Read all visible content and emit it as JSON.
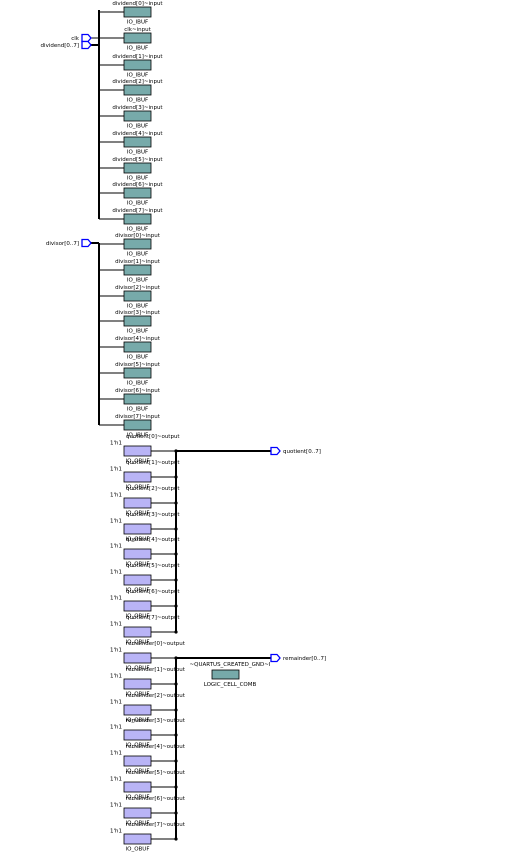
{
  "colors": {
    "ibuf_fill": "#77aaaa",
    "obuf_fill": "#b9b4f6",
    "gnd_fill": "#77aaaa",
    "port_outline": "#0000ff",
    "wire": "#000000"
  },
  "ports": {
    "clk": "clk",
    "dividend": "dividend[0..7]",
    "divisor": "divisor[0..7]",
    "quotient": "quotient[0..7]",
    "remainder": "remainder[0..7]"
  },
  "buffer_types": {
    "ibuf": "IO_IBUF",
    "obuf": "IO_OBUF"
  },
  "obuf_pin": "1'h1",
  "input_buffers": [
    "dividend[0]~input",
    "clk~input",
    "dividend[1]~input",
    "dividend[2]~input",
    "dividend[3]~input",
    "dividend[4]~input",
    "dividend[5]~input",
    "dividend[6]~input",
    "dividend[7]~input",
    "divisor[0]~input",
    "divisor[1]~input",
    "divisor[2]~input",
    "divisor[3]~input",
    "divisor[4]~input",
    "divisor[5]~input",
    "divisor[6]~input",
    "divisor[7]~input"
  ],
  "quotient_buffers": [
    "quotient[0]~output",
    "quotient[1]~output",
    "quotient[2]~output",
    "quotient[3]~output",
    "quotient[4]~output",
    "quotient[5]~output",
    "quotient[6]~output",
    "quotient[7]~output"
  ],
  "remainder_buffers": [
    "remainder[0]~output",
    "remainder[1]~output",
    "remainder[2]~output",
    "remainder[3]~output",
    "remainder[4]~output",
    "remainder[5]~output",
    "remainder[6]~output",
    "remainder[7]~output"
  ],
  "gnd_cell": {
    "name": "~QUARTUS_CREATED_GND~I",
    "type": "LOGIC_CELL_COMB"
  }
}
